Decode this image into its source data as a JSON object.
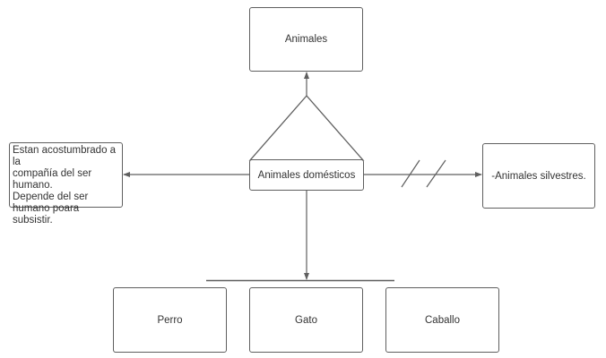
{
  "diagram": {
    "type": "concept-map",
    "colors": {
      "stroke": "#5f5f5f",
      "text": "#333333",
      "background": "#ffffff"
    },
    "nodes": {
      "animales": {
        "label": "Animales"
      },
      "domesticos": {
        "label": "Animales domésticos"
      },
      "note": {
        "label": "Estan acostumbrado a la\ncompañía del ser\nhumano.\nDepende del ser\nhumano poara subsistir."
      },
      "silvestres": {
        "label": "-Animales silvestres."
      },
      "perro": {
        "label": "Perro"
      },
      "gato": {
        "label": "Gato"
      },
      "caballo": {
        "label": "Caballo"
      }
    },
    "edges": [
      {
        "from": "domesticos",
        "to": "animales",
        "kind": "arrow",
        "via": "triangle"
      },
      {
        "from": "domesticos",
        "to": "note",
        "kind": "arrow"
      },
      {
        "from": "domesticos",
        "to": "silvestres",
        "kind": "arrow-negated",
        "marker": "double-slash"
      },
      {
        "from": "domesticos",
        "to": [
          "perro",
          "gato",
          "caballo"
        ],
        "kind": "arrow-to-bar"
      }
    ]
  }
}
